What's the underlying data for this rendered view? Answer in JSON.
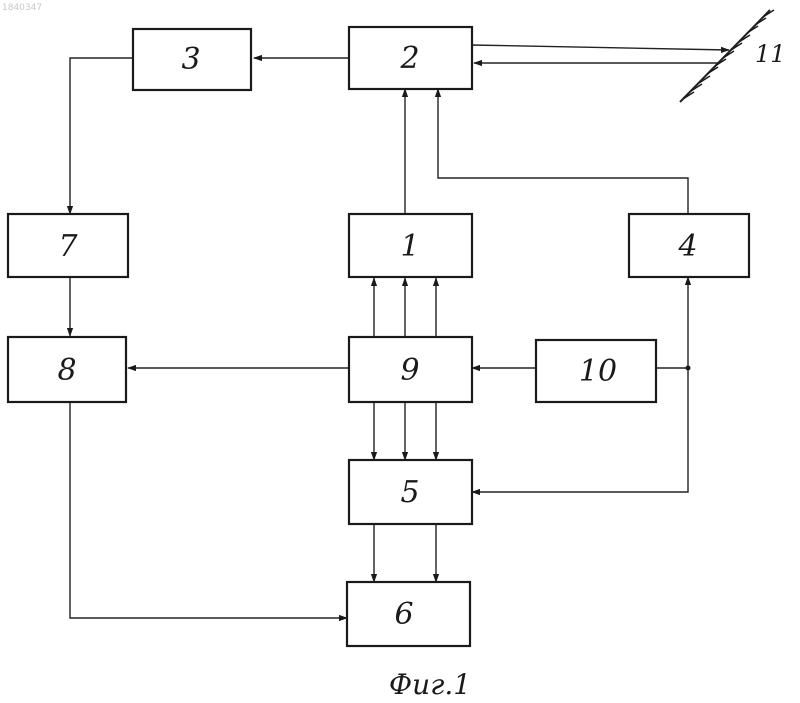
{
  "doc_number": "1840347",
  "caption": "Фиг.1",
  "target_label": "11",
  "blocks": {
    "b1": "1",
    "b2": "2",
    "b3": "3",
    "b4": "4",
    "b5": "5",
    "b6": "6",
    "b7": "7",
    "b8": "8",
    "b9": "9",
    "b10": "10"
  }
}
